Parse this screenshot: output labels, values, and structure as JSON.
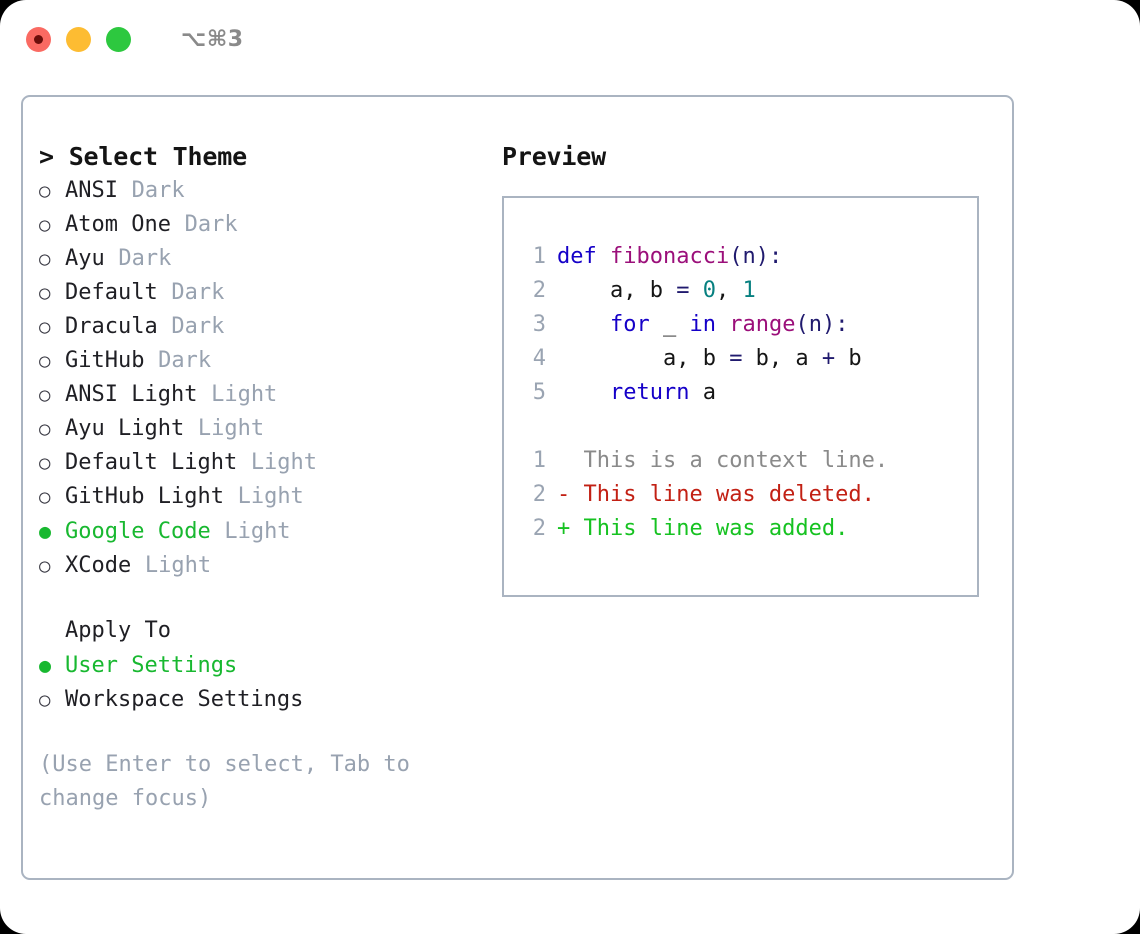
{
  "window": {
    "shortcut_label": "⌥⌘3",
    "traffic_lights": [
      {
        "name": "close",
        "color": "#fa6a62"
      },
      {
        "name": "minimize",
        "color": "#fdbc32"
      },
      {
        "name": "maximize",
        "color": "#2dc83f"
      }
    ]
  },
  "theme_selector": {
    "title": "> Select Theme",
    "selected_marker": "●",
    "unselected_marker": "○",
    "accent_color": "#18b830",
    "items": [
      {
        "name": "ANSI",
        "variant": "Dark",
        "selected": false
      },
      {
        "name": "Atom One",
        "variant": "Dark",
        "selected": false
      },
      {
        "name": "Ayu",
        "variant": "Dark",
        "selected": false
      },
      {
        "name": "Default",
        "variant": "Dark",
        "selected": false
      },
      {
        "name": "Dracula",
        "variant": "Dark",
        "selected": false
      },
      {
        "name": "GitHub",
        "variant": "Dark",
        "selected": false
      },
      {
        "name": "ANSI Light",
        "variant": "Light",
        "selected": false
      },
      {
        "name": "Ayu Light",
        "variant": "Light",
        "selected": false
      },
      {
        "name": "Default Light",
        "variant": "Light",
        "selected": false
      },
      {
        "name": "GitHub Light",
        "variant": "Light",
        "selected": false
      },
      {
        "name": "Google Code",
        "variant": "Light",
        "selected": true
      },
      {
        "name": "XCode",
        "variant": "Light",
        "selected": false
      }
    ]
  },
  "apply_to": {
    "title": "Apply To",
    "items": [
      {
        "name": "User Settings",
        "selected": true
      },
      {
        "name": "Workspace Settings",
        "selected": false
      }
    ]
  },
  "hint": "(Use Enter to select, Tab to change focus)",
  "preview": {
    "title": "Preview",
    "code_lines": [
      {
        "num": "1",
        "tokens": [
          {
            "t": "def",
            "c": "tok-kw"
          },
          {
            "t": " ",
            "c": "tok-var"
          },
          {
            "t": "fibonacci",
            "c": "tok-fn"
          },
          {
            "t": "(n):",
            "c": "tok-pun"
          }
        ]
      },
      {
        "num": "2",
        "tokens": [
          {
            "t": "    a, b ",
            "c": "tok-var"
          },
          {
            "t": "= ",
            "c": "tok-op"
          },
          {
            "t": "0",
            "c": "tok-num"
          },
          {
            "t": ", ",
            "c": "tok-var"
          },
          {
            "t": "1",
            "c": "tok-num"
          }
        ]
      },
      {
        "num": "3",
        "tokens": [
          {
            "t": "    ",
            "c": "tok-var"
          },
          {
            "t": "for",
            "c": "tok-kw"
          },
          {
            "t": " _ ",
            "c": "tok-var"
          },
          {
            "t": "in",
            "c": "tok-kw"
          },
          {
            "t": " ",
            "c": "tok-var"
          },
          {
            "t": "range",
            "c": "tok-fn"
          },
          {
            "t": "(n):",
            "c": "tok-pun"
          }
        ]
      },
      {
        "num": "4",
        "tokens": [
          {
            "t": "        a, b ",
            "c": "tok-var"
          },
          {
            "t": "=",
            "c": "tok-op"
          },
          {
            "t": " b, a ",
            "c": "tok-var"
          },
          {
            "t": "+",
            "c": "tok-op"
          },
          {
            "t": " b",
            "c": "tok-var"
          }
        ]
      },
      {
        "num": "5",
        "tokens": [
          {
            "t": "    ",
            "c": "tok-var"
          },
          {
            "t": "return",
            "c": "tok-kw"
          },
          {
            "t": " a",
            "c": "tok-var"
          }
        ]
      }
    ],
    "diff_lines": [
      {
        "num": "1",
        "sign": " ",
        "text": " This is a context line.",
        "kind": "diff-ctx"
      },
      {
        "num": "2",
        "sign": "-",
        "text": " This line was deleted.",
        "kind": "diff-del"
      },
      {
        "num": "2",
        "sign": "+",
        "text": " This line was added.",
        "kind": "diff-add"
      }
    ],
    "colors": {
      "keyword": "#1500c8",
      "function": "#9b0f7a",
      "number": "#078080",
      "variable": "#151515",
      "line_number": "#9aa4b2",
      "diff_context": "#8a8a8a",
      "diff_deleted": "#c22014",
      "diff_added": "#16c221"
    }
  }
}
